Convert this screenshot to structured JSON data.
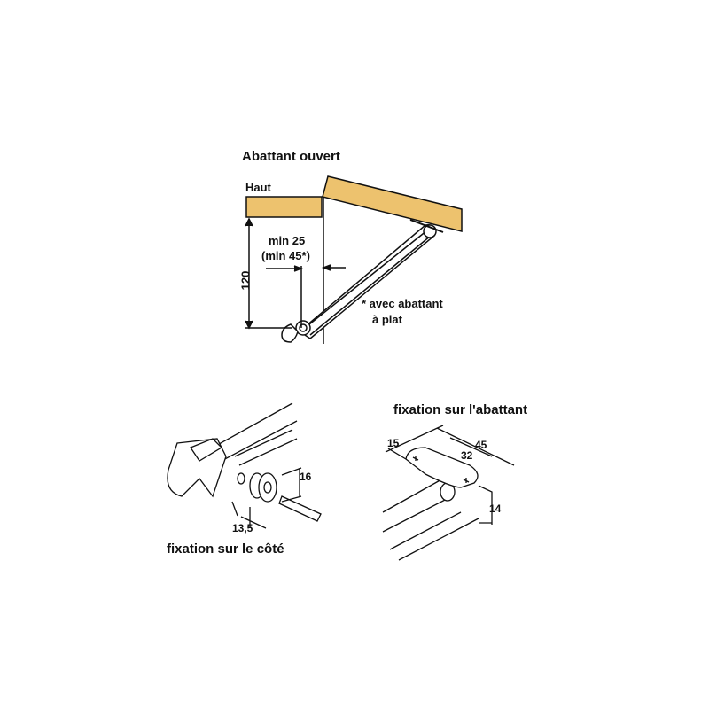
{
  "top": {
    "title": "Abattant ouvert",
    "top_label": "Haut",
    "min_label": "min 25",
    "min_alt_label": "(min 45*)",
    "height_dim": "120",
    "note_line1": "* avec abattant",
    "note_line2": "à plat"
  },
  "side_fixing": {
    "caption": "fixation sur le côté",
    "depth_dim": "13,5",
    "diameter_dim": "16"
  },
  "flap_fixing": {
    "caption": "fixation sur l'abattant",
    "offset_dim": "15",
    "length_dim": "45",
    "hole_spacing_dim": "32",
    "height_dim": "14"
  },
  "colors": {
    "wood": "#EDC26E",
    "line": "#111111"
  }
}
